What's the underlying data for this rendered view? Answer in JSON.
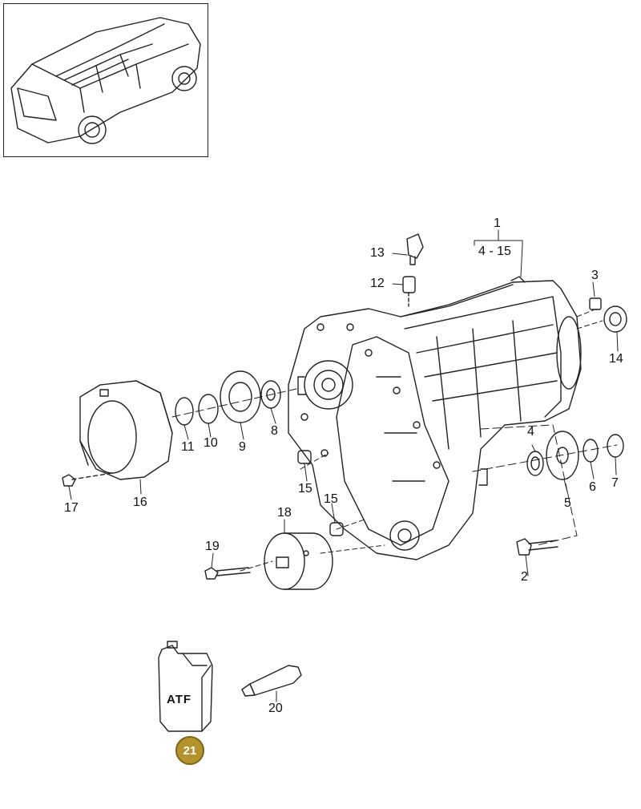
{
  "callouts": {
    "c1": "1",
    "c1_range": "4 - 15",
    "c2": "2",
    "c3": "3",
    "c4": "4",
    "c5": "5",
    "c6": "6",
    "c7": "7",
    "c8": "8",
    "c9": "9",
    "c10": "10",
    "c11": "11",
    "c12": "12",
    "c13": "13",
    "c14": "14",
    "c15a": "15",
    "c15b": "15",
    "c16": "16",
    "c17": "17",
    "c18": "18",
    "c19": "19",
    "c20": "20"
  },
  "fluid_label": "ATF",
  "badge": {
    "label": "21",
    "color": "#b5922c"
  },
  "icons": [
    "vehicle-icon",
    "transfer-case-icon",
    "atf-bottle-icon",
    "sealant-tube-icon"
  ]
}
